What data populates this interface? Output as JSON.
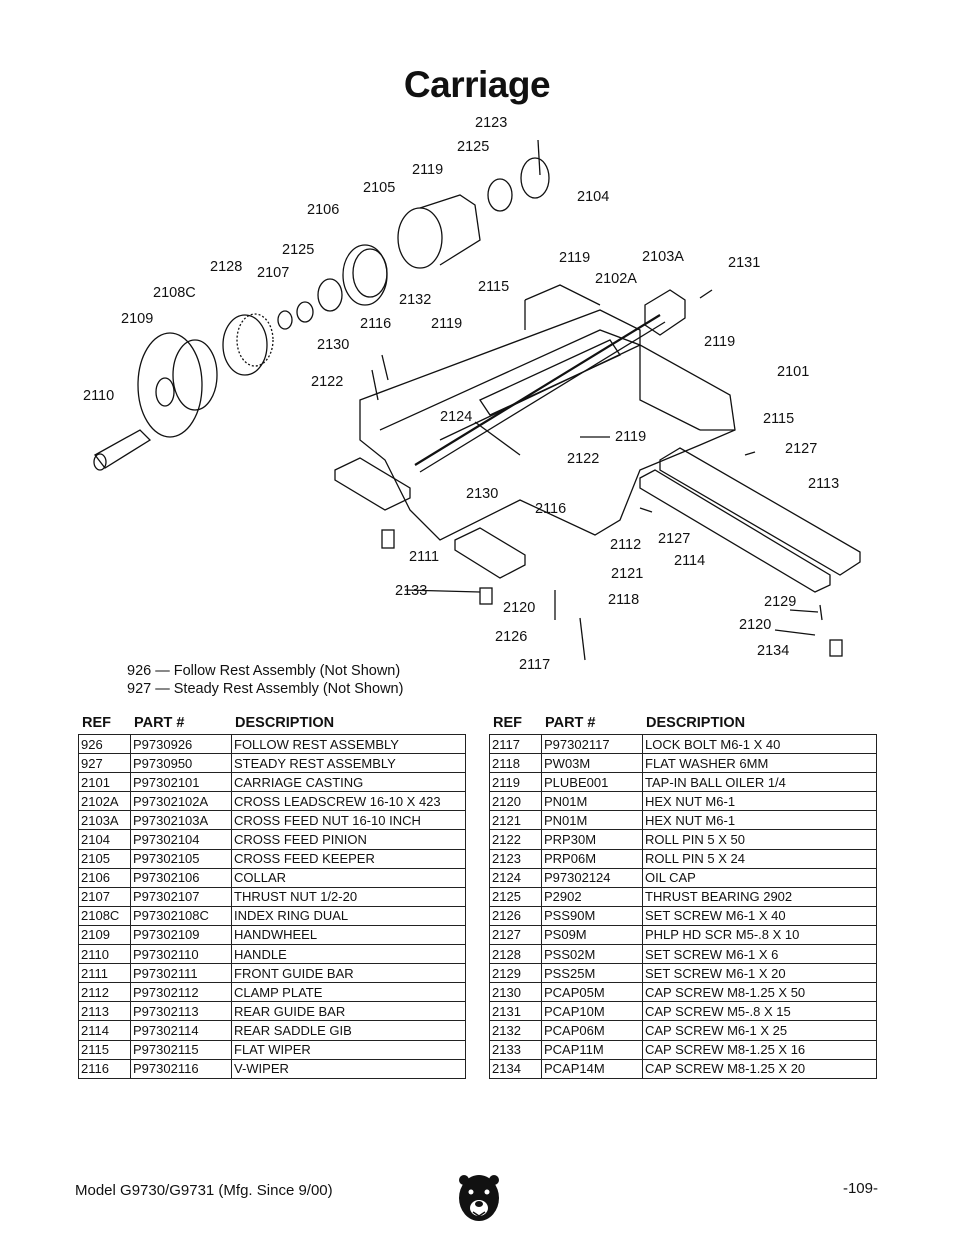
{
  "page": {
    "title": "Carriage",
    "footer_model": "Model G9730/G9731 (Mfg. Since 9/00)",
    "page_number": "-109-"
  },
  "diagram": {
    "labels": [
      "2123",
      "2125",
      "2119",
      "2104",
      "2105",
      "2106",
      "2125",
      "2128",
      "2107",
      "2108C",
      "2109",
      "2110",
      "2132",
      "2116",
      "2119",
      "2115",
      "2130",
      "2122",
      "2119",
      "2103A",
      "2131",
      "2102A",
      "2119",
      "2101",
      "2124",
      "2119",
      "2122",
      "2115",
      "2127",
      "2113",
      "2130",
      "2116",
      "2112",
      "2127",
      "2114",
      "2111",
      "2121",
      "2133",
      "2120",
      "2118",
      "2126",
      "2117",
      "2129",
      "2120",
      "2134"
    ]
  },
  "notes": [
    "926 — Follow Rest Assembly (Not Shown)",
    "927 — Steady Rest Assembly (Not Shown)"
  ],
  "table_headers": {
    "ref": "REF",
    "part": "PART #",
    "desc": "DESCRIPTION"
  },
  "parts_left": [
    [
      "926",
      "P9730926",
      "FOLLOW REST ASSEMBLY"
    ],
    [
      "927",
      "P9730950",
      "STEADY REST ASSEMBLY"
    ],
    [
      "2101",
      "P97302101",
      "CARRIAGE CASTING"
    ],
    [
      "2102A",
      "P97302102A",
      "CROSS LEADSCREW 16-10 X 423"
    ],
    [
      "2103A",
      "P97302103A",
      "CROSS FEED NUT 16-10 INCH"
    ],
    [
      "2104",
      "P97302104",
      "CROSS FEED PINION"
    ],
    [
      "2105",
      "P97302105",
      "CROSS FEED KEEPER"
    ],
    [
      "2106",
      "P97302106",
      "COLLAR"
    ],
    [
      "2107",
      "P97302107",
      "THRUST NUT 1/2-20"
    ],
    [
      "2108C",
      "P97302108C",
      "INDEX RING DUAL"
    ],
    [
      "2109",
      "P97302109",
      "HANDWHEEL"
    ],
    [
      "2110",
      "P97302110",
      "HANDLE"
    ],
    [
      "2111",
      "P97302111",
      "FRONT GUIDE BAR"
    ],
    [
      "2112",
      "P97302112",
      "CLAMP PLATE"
    ],
    [
      "2113",
      "P97302113",
      "REAR GUIDE BAR"
    ],
    [
      "2114",
      "P97302114",
      "REAR SADDLE GIB"
    ],
    [
      "2115",
      "P97302115",
      "FLAT WIPER"
    ],
    [
      "2116",
      "P97302116",
      "V-WIPER"
    ]
  ],
  "parts_right": [
    [
      "2117",
      "P97302117",
      "LOCK BOLT M6-1 X 40"
    ],
    [
      "2118",
      "PW03M",
      "FLAT WASHER 6MM"
    ],
    [
      "2119",
      "PLUBE001",
      "TAP-IN BALL OILER 1/4"
    ],
    [
      "2120",
      "PN01M",
      "HEX NUT M6-1"
    ],
    [
      "2121",
      "PN01M",
      "HEX NUT M6-1"
    ],
    [
      "2122",
      "PRP30M",
      "ROLL PIN 5 X 50"
    ],
    [
      "2123",
      "PRP06M",
      "ROLL PIN 5 X 24"
    ],
    [
      "2124",
      "P97302124",
      "OIL CAP"
    ],
    [
      "2125",
      "P2902",
      "THRUST BEARING 2902"
    ],
    [
      "2126",
      "PSS90M",
      "SET SCREW M6-1 X 40"
    ],
    [
      "2127",
      "PS09M",
      "PHLP HD SCR M5-.8 X 10"
    ],
    [
      "2128",
      "PSS02M",
      "SET SCREW M6-1 X 6"
    ],
    [
      "2129",
      "PSS25M",
      "SET SCREW M6-1 X 20"
    ],
    [
      "2130",
      "PCAP05M",
      "CAP SCREW M8-1.25 X 50"
    ],
    [
      "2131",
      "PCAP10M",
      "CAP SCREW M5-.8 X 15"
    ],
    [
      "2132",
      "PCAP06M",
      "CAP SCREW M6-1 X 25"
    ],
    [
      "2133",
      "PCAP11M",
      "CAP SCREW M8-1.25 X 16"
    ],
    [
      "2134",
      "PCAP14M",
      "CAP SCREW M8-1.25 X 20"
    ]
  ]
}
